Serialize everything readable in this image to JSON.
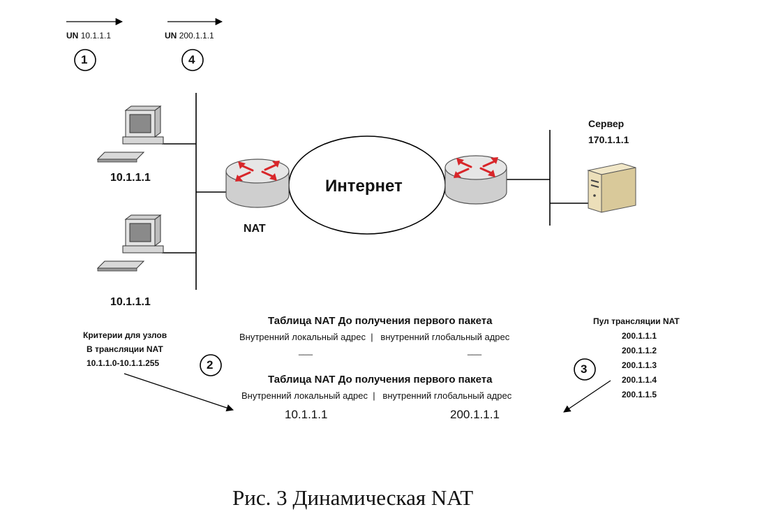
{
  "packets": [
    {
      "label": "UN",
      "ip": "10.1.1.1",
      "step": "1"
    },
    {
      "label": "UN",
      "ip": "200.1.1.1",
      "step": "4"
    }
  ],
  "hosts": [
    {
      "ip": "10.1.1.1"
    },
    {
      "ip": "10.1.1.1"
    }
  ],
  "router_left_label": "NAT",
  "internet_label": "Интернет",
  "server": {
    "title": "Сервер",
    "ip": "170.1.1.1"
  },
  "criteria": {
    "line1": "Критерии для узлов",
    "line2": "В трансляции NAT",
    "range": "10.1.1.0-10.1.1.255",
    "step": "2"
  },
  "table_before": {
    "title": "Таблица NAT До получения первого пакета",
    "col_local": "Внутренний локальный адрес",
    "sep": "|",
    "col_global": "внутренний глобальный адрес",
    "val_local": "___",
    "val_global": "___"
  },
  "table_after": {
    "title": "Таблица NAT До получения первого пакета",
    "col_local": "Внутренний локальный адрес",
    "sep": "|",
    "col_global": "внутренний глобальный адрес",
    "val_local": "10.1.1.1",
    "val_global": "200.1.1.1"
  },
  "pool": {
    "title": "Пул трансляции NAT",
    "addresses": [
      "200.1.1.1",
      "200.1.1.2",
      "200.1.1.3",
      "200.1.1.4",
      "200.1.1.5"
    ],
    "step": "3"
  },
  "caption": "Рис. 3 Динамическая NAT",
  "colors": {
    "router_arrow": "#d8262a",
    "router_body": "#d2d2d2",
    "line": "#000000"
  }
}
